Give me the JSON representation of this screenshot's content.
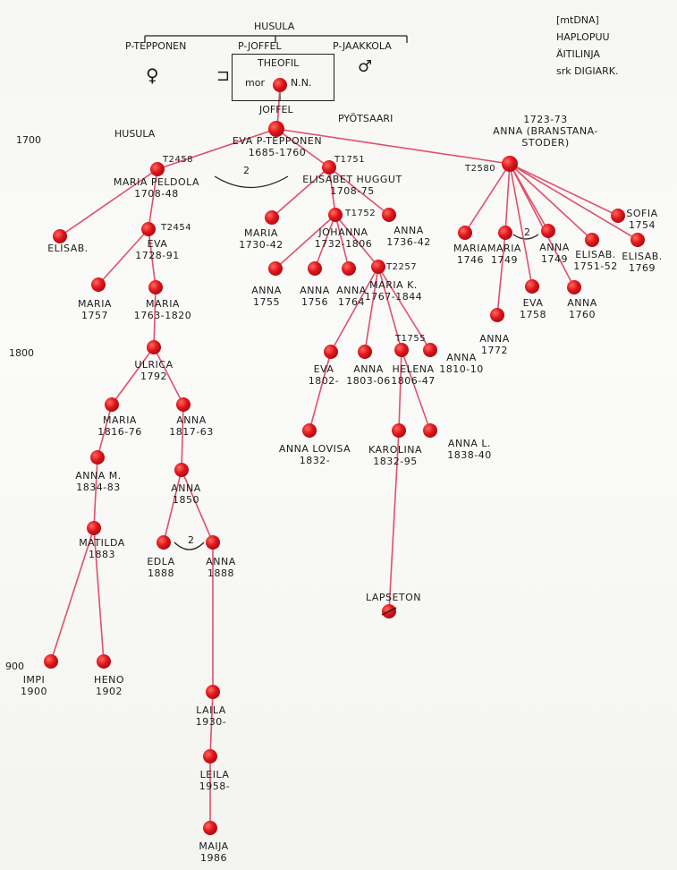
{
  "header": {
    "top_family": "HUSULA",
    "left_family": "P-TEPPONEN",
    "mid_family": "P-JOFFEL",
    "right_family": "P-JAAKKOLA",
    "founder": "THEOFIL",
    "founder_mother": "mor",
    "founder_spouse": "N.N.",
    "founder_child": "JOFFEL",
    "note_lines": [
      "[mtDNA]",
      "HAPLOPUU",
      "ÄITILINJA",
      "srk DIGIARK."
    ]
  },
  "year_markers": [
    "1700",
    "1800",
    "900"
  ],
  "places": {
    "left": "HUSULA",
    "right": "PYÖTSAARI"
  },
  "symbols": {
    "gender_left": "♀",
    "gender_mid": "⊐",
    "gender_right": "♂",
    "remarriage_mark": "2"
  },
  "people": [
    {
      "id": "eva-root",
      "lines": [
        "EVA P-TEPPONEN",
        "1685-1760"
      ]
    },
    {
      "id": "maria-peldola",
      "tag": "T2458",
      "lines": [
        "MARIA PELDOLA",
        "1708-48"
      ]
    },
    {
      "id": "elisabet",
      "tag": "T1751",
      "lines": [
        "ELISABET HUGGUT",
        "1708-75"
      ]
    },
    {
      "id": "anna-branstana",
      "lines": [
        "1723-73",
        "ANNA (BRANSTANA-",
        "STODER)"
      ],
      "tag": "T2580"
    },
    {
      "id": "elisab-a",
      "lines": [
        "ELISAB."
      ]
    },
    {
      "id": "eva-1728",
      "tag": "T2454",
      "lines": [
        "EVA",
        "1728-91"
      ]
    },
    {
      "id": "maria-1730",
      "lines": [
        "MARIA",
        "1730-42"
      ]
    },
    {
      "id": "johanna",
      "tag": "T1752",
      "lines": [
        "JOHANNA",
        "1732-1806"
      ]
    },
    {
      "id": "anna-1736",
      "lines": [
        "ANNA",
        "1736-42"
      ]
    },
    {
      "id": "maria-1746",
      "lines": [
        "MARIA",
        "1746"
      ]
    },
    {
      "id": "maria-1749",
      "lines": [
        "MARIA",
        "1749"
      ]
    },
    {
      "id": "anna-1749",
      "lines": [
        "ANNA",
        "1749"
      ]
    },
    {
      "id": "elisab-1751",
      "lines": [
        "ELISAB.",
        "1751-52"
      ]
    },
    {
      "id": "elisab-1769",
      "lines": [
        "ELISAB.",
        "1769"
      ]
    },
    {
      "id": "sofia",
      "lines": [
        "SOFIA",
        "1754"
      ]
    },
    {
      "id": "maria-1757",
      "lines": [
        "MARIA",
        "1757"
      ]
    },
    {
      "id": "maria-1763",
      "lines": [
        "MARIA",
        "1763-1820"
      ]
    },
    {
      "id": "anna-1755",
      "lines": [
        "ANNA",
        "1755"
      ]
    },
    {
      "id": "anna-1756",
      "lines": [
        "ANNA",
        "1756"
      ]
    },
    {
      "id": "anna-1764",
      "lines": [
        "ANNA",
        "1764"
      ]
    },
    {
      "id": "maria-k",
      "tag": "T2257",
      "lines": [
        "MARIA K.",
        "1767-1844"
      ]
    },
    {
      "id": "eva-1758",
      "lines": [
        "EVA",
        "1758"
      ]
    },
    {
      "id": "anna-1760",
      "lines": [
        "ANNA",
        "1760"
      ]
    },
    {
      "id": "anna-1772",
      "lines": [
        "ANNA",
        "1772"
      ]
    },
    {
      "id": "ulrica",
      "lines": [
        "ULRICA",
        "1792"
      ]
    },
    {
      "id": "eva-1802",
      "lines": [
        "EVA",
        "1802-"
      ]
    },
    {
      "id": "anna-1803",
      "lines": [
        "ANNA",
        "1803-06"
      ]
    },
    {
      "id": "helena",
      "tag": "T1755",
      "lines": [
        "HELENA",
        "1806-47"
      ]
    },
    {
      "id": "anna-1810",
      "lines": [
        "ANNA",
        "1810-10"
      ]
    },
    {
      "id": "maria-1816",
      "lines": [
        "MARIA",
        "1816-76"
      ]
    },
    {
      "id": "anna-1817",
      "lines": [
        "ANNA",
        "1817-63"
      ]
    },
    {
      "id": "anna-lovisa",
      "lines": [
        "ANNA LOVISA",
        "1832-"
      ]
    },
    {
      "id": "karolina",
      "lines": [
        "KAROLINA",
        "1832-95"
      ]
    },
    {
      "id": "anna-l",
      "lines": [
        "ANNA L.",
        "1838-40"
      ]
    },
    {
      "id": "anna-m",
      "lines": [
        "ANNA M.",
        "1834-83"
      ]
    },
    {
      "id": "anna-1850",
      "lines": [
        "ANNA",
        "1850"
      ]
    },
    {
      "id": "matilda",
      "lines": [
        "MATILDA",
        "1883"
      ]
    },
    {
      "id": "edla",
      "lines": [
        "EDLA",
        "1888"
      ]
    },
    {
      "id": "anna-1888",
      "lines": [
        "ANNA",
        "1888"
      ]
    },
    {
      "id": "lapseton",
      "lines": [
        "LAPSETON"
      ]
    },
    {
      "id": "impi",
      "lines": [
        "IMPI",
        "1900"
      ]
    },
    {
      "id": "hevo",
      "lines": [
        "HENO",
        "1902"
      ]
    },
    {
      "id": "laila",
      "lines": [
        "LAILA",
        "1930-"
      ]
    },
    {
      "id": "leila",
      "lines": [
        "LEILA",
        "1958-"
      ]
    },
    {
      "id": "maija",
      "lines": [
        "MAIJA",
        "1986"
      ]
    }
  ],
  "colors": {
    "node": "#e0141c",
    "node_dark": "#a50d12",
    "line": "#e0506a"
  }
}
